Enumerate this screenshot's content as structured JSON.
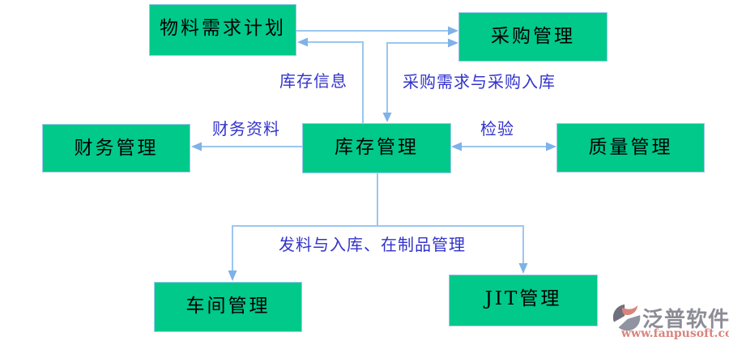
{
  "diagram": {
    "nodes": {
      "mrp": {
        "label": "物料需求计划"
      },
      "purchasing": {
        "label": "采购管理"
      },
      "finance": {
        "label": "财务管理"
      },
      "inventory": {
        "label": "库存管理"
      },
      "quality": {
        "label": "质量管理"
      },
      "workshop": {
        "label": "车间管理"
      },
      "jit": {
        "label": "JIT管理"
      }
    },
    "edges": {
      "inventory_to_mrp": {
        "label": "库存信息"
      },
      "inventory_to_purchasing": {
        "label": "采购需求与采购入库"
      },
      "inventory_to_finance": {
        "label": "财务资料"
      },
      "inventory_to_quality": {
        "label": "检验"
      },
      "inventory_to_production": {
        "label": "发料与入库、在制品管理"
      }
    },
    "colors": {
      "node_fill": "#00C98A",
      "node_border": "#9FC8EE",
      "connector_line": "#9CC6F0",
      "arrowhead": "#7FB2E8",
      "edge_label_text": "#3333CC",
      "node_text": "#000000"
    }
  },
  "watermark": {
    "brand": "泛普软件",
    "url": "www.fanpusoft.com",
    "brand_color": "#8C8C96",
    "url_color": "#D8847C"
  }
}
